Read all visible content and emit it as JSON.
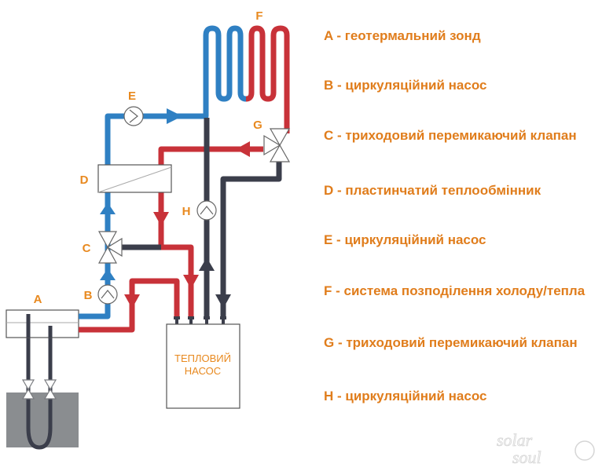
{
  "colors": {
    "cold": "#2f80c3",
    "hot": "#c83239",
    "return": "#3b3e4b",
    "label": "#e07d1c",
    "ground": "#8a8d90"
  },
  "diagram": {
    "labels": {
      "A": "A",
      "B": "B",
      "C": "C",
      "D": "D",
      "E": "E",
      "F": "F",
      "G": "G",
      "H": "H"
    },
    "heat_pump": {
      "line1": "ТЕПЛОВИЙ",
      "line2": "НАСОС"
    }
  },
  "legend": [
    {
      "key": "A",
      "text": "A - геотермальний зонд"
    },
    {
      "key": "B",
      "text": "B - циркуляційний насос"
    },
    {
      "key": "C",
      "text": "C - триходовий перемикаючий клапан"
    },
    {
      "key": "D",
      "text": "D - пластинчатий теплообмінник"
    },
    {
      "key": "E",
      "text": "E - циркуляційний насос"
    },
    {
      "key": "F",
      "text": "F - система позподілення холоду/тепла"
    },
    {
      "key": "G",
      "text": "G - триходовий перемикаючий клапан"
    },
    {
      "key": "H",
      "text": "H - циркуляційний насос"
    }
  ],
  "logo": {
    "line1": "solar",
    "line2": "soul"
  }
}
